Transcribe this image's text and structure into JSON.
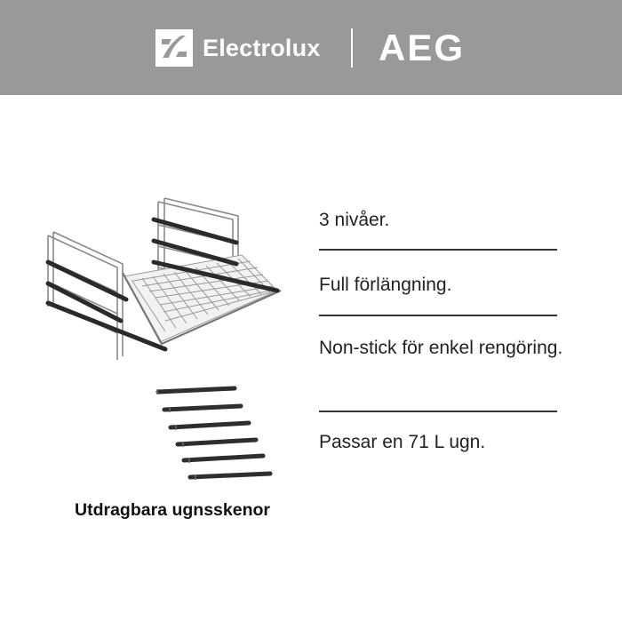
{
  "header": {
    "brand_primary": "Electrolux",
    "brand_secondary": "AEG",
    "background_color": "#999999"
  },
  "product": {
    "caption": "Utdragbara ugnsskenor",
    "illustration_icon": "oven-telescopic-runners-illustration"
  },
  "features": [
    {
      "text": "3 nivåer."
    },
    {
      "text": "Full förlängning."
    },
    {
      "text": "Non-stick för enkel rengöring."
    },
    {
      "text": "Passar en 71 L ugn."
    }
  ]
}
